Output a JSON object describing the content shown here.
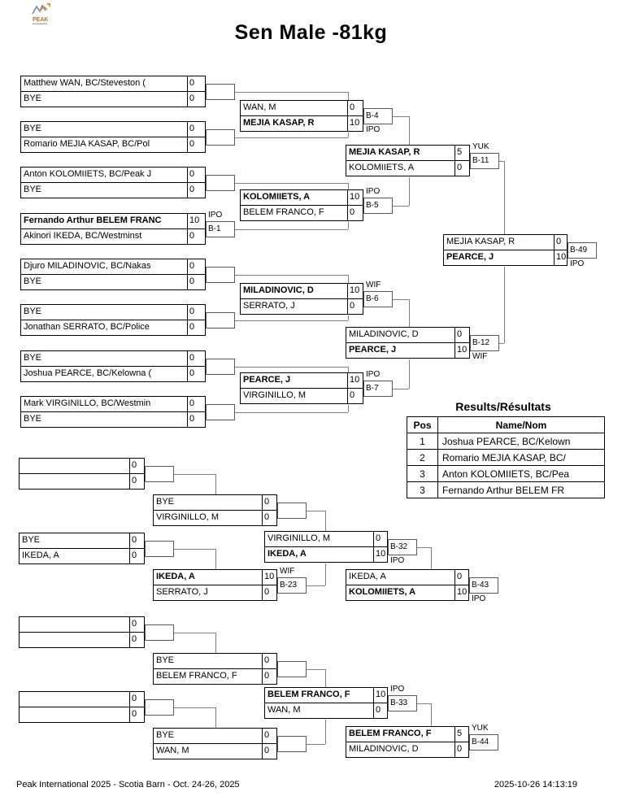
{
  "page": {
    "title": "Sen Male -81kg",
    "logo_text": "PEAK",
    "footer_left": "Peak International 2025 - Scotia Barn - Oct. 24-26, 2025",
    "footer_right": "2025-10-26 14:13:19"
  },
  "results": {
    "title": "Results/Résultats",
    "columns": [
      "Pos",
      "Name/Nom"
    ],
    "rows": [
      [
        "1",
        "Joshua PEARCE, BC/Kelown"
      ],
      [
        "2",
        "Romario MEJIA KASAP, BC/"
      ],
      [
        "3",
        "Anton KOLOMIIETS, BC/Pea"
      ],
      [
        "3",
        "Fernando Arthur BELEM FR"
      ]
    ]
  },
  "colors": {
    "line": "#808080",
    "box_border": "#000000",
    "text": "#000000"
  },
  "match_order": [
    "p1",
    "p2",
    "p3",
    "p4",
    "p5",
    "p6",
    "p7",
    "p8",
    "m4",
    "m5",
    "m6",
    "m7",
    "s1",
    "s2",
    "f1",
    "rp1",
    "rr1",
    "rp2",
    "rr2",
    "rm1",
    "rf1",
    "rp3",
    "rr3",
    "rp4",
    "rr4",
    "rm2",
    "rf2"
  ],
  "matches": {
    "p1": {
      "rows": [
        {
          "name": "Matthew WAN, BC/Steveston (",
          "score": "0"
        },
        {
          "name": "BYE",
          "score": "0"
        }
      ]
    },
    "p2": {
      "rows": [
        {
          "name": "BYE",
          "score": "0"
        },
        {
          "name": "Romario MEJIA KASAP, BC/Pol",
          "score": "0"
        }
      ]
    },
    "p3": {
      "rows": [
        {
          "name": "Anton KOLOMIIETS, BC/Peak J",
          "score": "0"
        },
        {
          "name": "BYE",
          "score": "0"
        }
      ]
    },
    "p4": {
      "badge": "B-1",
      "tag": "IPO",
      "tag_pos": "above",
      "rows": [
        {
          "name": "Fernando Arthur BELEM FRANC",
          "score": "10",
          "winner": true
        },
        {
          "name": "Akinori IKEDA, BC/Westminst",
          "score": "0"
        }
      ]
    },
    "p5": {
      "rows": [
        {
          "name": "Djuro MILADINOVIC, BC/Nakas",
          "score": "0"
        },
        {
          "name": "BYE",
          "score": "0"
        }
      ]
    },
    "p6": {
      "rows": [
        {
          "name": "BYE",
          "score": "0"
        },
        {
          "name": "Jonathan SERRATO, BC/Police",
          "score": "0"
        }
      ]
    },
    "p7": {
      "rows": [
        {
          "name": "BYE",
          "score": "0"
        },
        {
          "name": "Joshua PEARCE, BC/Kelowna (",
          "score": "0"
        }
      ]
    },
    "p8": {
      "rows": [
        {
          "name": "Mark VIRGINILLO, BC/Westmin",
          "score": "0"
        },
        {
          "name": "BYE",
          "score": "0"
        }
      ]
    },
    "m4": {
      "badge": "B-4",
      "tag": "IPO",
      "tag_pos": "below",
      "rows": [
        {
          "name": "WAN, M",
          "score": "0"
        },
        {
          "name": "MEJIA KASAP, R",
          "score": "10",
          "winner": true
        }
      ]
    },
    "m5": {
      "badge": "B-5",
      "tag": "IPO",
      "tag_pos": "above",
      "rows": [
        {
          "name": "KOLOMIIETS, A",
          "score": "10",
          "winner": true
        },
        {
          "name": "BELEM FRANCO, F",
          "score": "0"
        }
      ]
    },
    "m6": {
      "badge": "B-6",
      "tag": "WIF",
      "tag_pos": "above",
      "rows": [
        {
          "name": "MILADINOVIC, D",
          "score": "10",
          "winner": true
        },
        {
          "name": "SERRATO, J",
          "score": "0"
        }
      ]
    },
    "m7": {
      "badge": "B-7",
      "tag": "IPO",
      "tag_pos": "above",
      "rows": [
        {
          "name": "PEARCE, J",
          "score": "10",
          "winner": true
        },
        {
          "name": "VIRGINILLO, M",
          "score": "0"
        }
      ]
    },
    "s1": {
      "badge": "B-11",
      "tag": "YUK",
      "tag_pos": "above",
      "rows": [
        {
          "name": "MEJIA KASAP, R",
          "score": "5",
          "winner": true
        },
        {
          "name": "KOLOMIIETS, A",
          "score": "0"
        }
      ]
    },
    "s2": {
      "badge": "B-12",
      "tag": "WIF",
      "tag_pos": "below",
      "rows": [
        {
          "name": "MILADINOVIC, D",
          "score": "0"
        },
        {
          "name": "PEARCE, J",
          "score": "10",
          "winner": true
        }
      ]
    },
    "f1": {
      "badge": "B-49",
      "tag": "IPO",
      "tag_pos": "below",
      "rows": [
        {
          "name": "MEJIA KASAP, R",
          "score": "0"
        },
        {
          "name": "PEARCE, J",
          "score": "10",
          "winner": true
        }
      ]
    },
    "rp1": {
      "rows": [
        {
          "name": "",
          "score": "0"
        },
        {
          "name": "",
          "score": "0"
        }
      ]
    },
    "rr1": {
      "rows": [
        {
          "name": "BYE",
          "score": "0"
        },
        {
          "name": "VIRGINILLO, M",
          "score": "0"
        }
      ]
    },
    "rp2": {
      "rows": [
        {
          "name": "BYE",
          "score": "0"
        },
        {
          "name": "IKEDA, A",
          "score": "0"
        }
      ]
    },
    "rr2": {
      "badge": "B-23",
      "tag": "WIF",
      "tag_pos": "above",
      "rows": [
        {
          "name": "IKEDA, A",
          "score": "10",
          "winner": true
        },
        {
          "name": "SERRATO, J",
          "score": "0"
        }
      ]
    },
    "rm1": {
      "badge": "B-32",
      "tag": "IPO",
      "tag_pos": "below",
      "rows": [
        {
          "name": "VIRGINILLO, M",
          "score": "0"
        },
        {
          "name": "IKEDA, A",
          "score": "10",
          "winner": true
        }
      ]
    },
    "rf1": {
      "badge": "B-43",
      "tag": "IPO",
      "tag_pos": "below",
      "rows": [
        {
          "name": "IKEDA, A",
          "score": "0"
        },
        {
          "name": "KOLOMIIETS, A",
          "score": "10",
          "winner": true
        }
      ]
    },
    "rp3": {
      "rows": [
        {
          "name": "",
          "score": "0"
        },
        {
          "name": "",
          "score": "0"
        }
      ]
    },
    "rr3": {
      "rows": [
        {
          "name": "BYE",
          "score": "0"
        },
        {
          "name": "BELEM FRANCO, F",
          "score": "0"
        }
      ]
    },
    "rp4": {
      "rows": [
        {
          "name": "",
          "score": "0"
        },
        {
          "name": "",
          "score": "0"
        }
      ]
    },
    "rr4": {
      "rows": [
        {
          "name": "BYE",
          "score": "0"
        },
        {
          "name": "WAN, M",
          "score": "0"
        }
      ]
    },
    "rm2": {
      "badge": "B-33",
      "tag": "IPO",
      "tag_pos": "above",
      "rows": [
        {
          "name": "BELEM FRANCO, F",
          "score": "10",
          "winner": true
        },
        {
          "name": "WAN, M",
          "score": "0"
        }
      ]
    },
    "rf2": {
      "badge": "B-44",
      "tag": "YUK",
      "tag_pos": "above",
      "rows": [
        {
          "name": "BELEM FRANCO, F",
          "score": "5",
          "winner": true
        },
        {
          "name": "MILADINOVIC, D",
          "score": "0"
        }
      ]
    }
  }
}
